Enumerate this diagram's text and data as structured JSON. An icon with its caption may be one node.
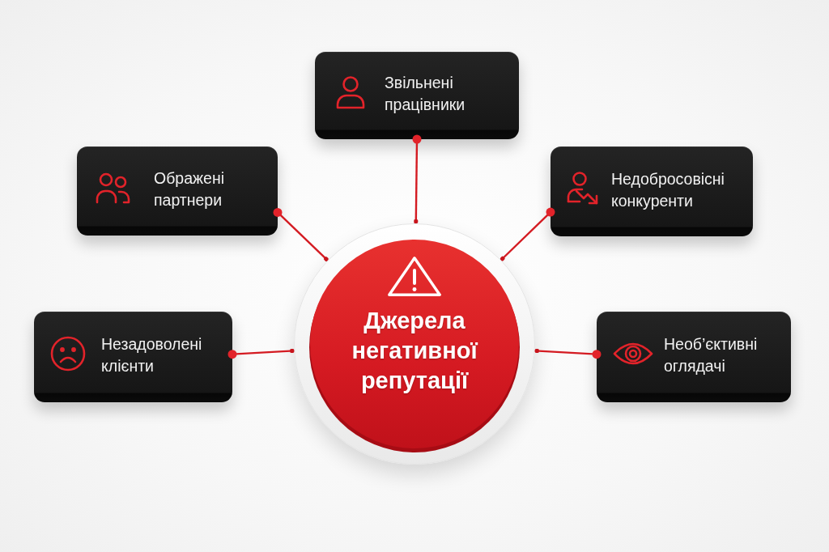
{
  "diagram": {
    "nodes": [
      {
        "text": [
          "Звільнені працівники"
        ]
      },
      {
        "text": [
          "Ображені партнери"
        ]
      },
      {
        "text": [
          "Недобросовісні конкуренти"
        ]
      },
      {
        "text": [
          "Джерела негативної репутації"
        ]
      },
      {
        "text": [
          "Незадоволені клієнти"
        ]
      },
      {
        "text": [
          "Необ’єктивні оглядачі"
        ]
      }
    ],
    "edges": [
      {
        "from": 0,
        "to": 3,
        "arrow": "other"
      },
      {
        "from": 1,
        "to": 3,
        "arrow": "other"
      },
      {
        "from": 2,
        "to": 3,
        "arrow": "other"
      },
      {
        "from": 4,
        "to": 3,
        "arrow": "other"
      },
      {
        "from": 5,
        "to": 3,
        "arrow": "other"
      }
    ]
  }
}
